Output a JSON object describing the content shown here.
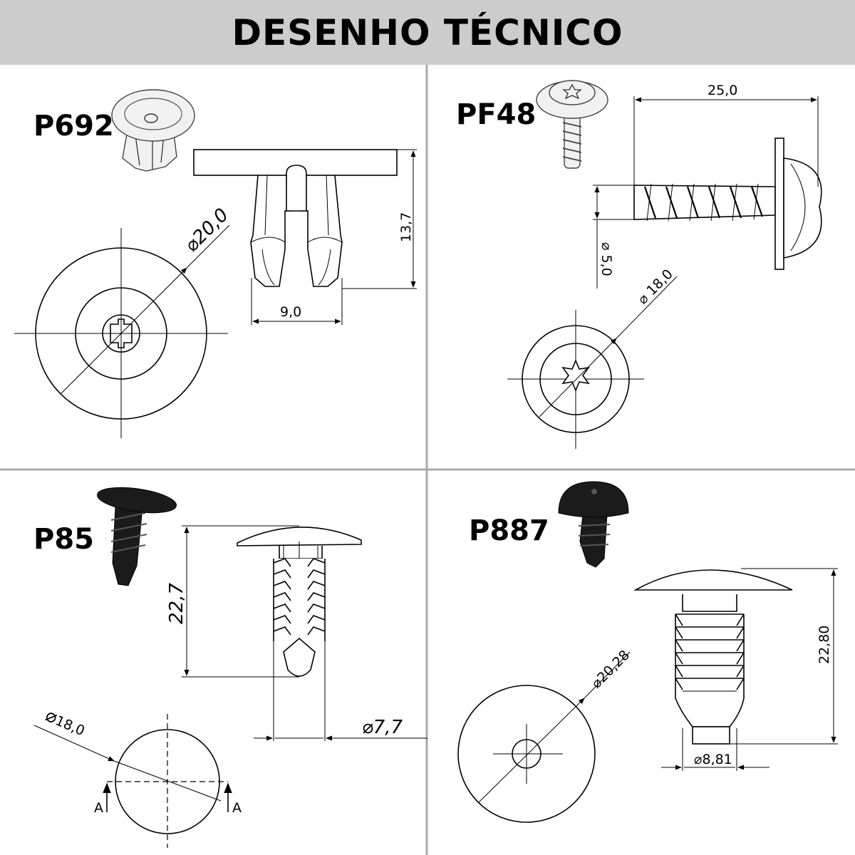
{
  "title": "DESENHO TÉCNICO",
  "colors": {
    "header_bg": "#cccccc",
    "divider": "#aaaaaa",
    "ink": "#000000"
  },
  "parts": [
    {
      "code": "P692",
      "dims": {
        "diameter": "20,0",
        "height": "13,7",
        "width": "9,0"
      }
    },
    {
      "code": "PF48",
      "dims": {
        "length": "25,0",
        "diameter": "5,0",
        "head_diameter": "18,0"
      }
    },
    {
      "code": "P85",
      "dims": {
        "height": "22,7",
        "diameter": "7,7",
        "head_diameter": "18,0",
        "section_label": "A"
      }
    },
    {
      "code": "P887",
      "dims": {
        "height": "22,80",
        "diameter": "8,81",
        "head_diameter": "20,28"
      }
    }
  ]
}
